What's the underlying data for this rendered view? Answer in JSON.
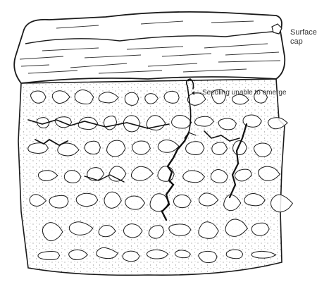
{
  "diagram": {
    "labels": {
      "surface_cap_line1": "Surface",
      "surface_cap_line2": "cap",
      "seedling": "Seedling unable to emerge"
    },
    "colors": {
      "ink": "#1a1a1a",
      "paper": "#ffffff",
      "label": "#333333"
    }
  }
}
